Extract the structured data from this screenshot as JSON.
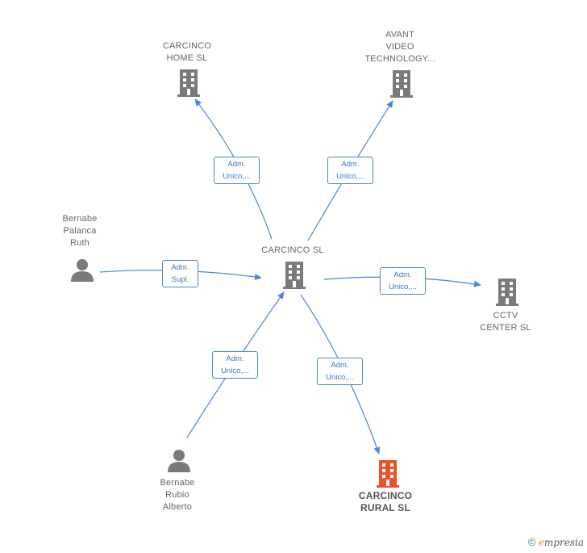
{
  "colors": {
    "edge": "#4a86d4",
    "company": "#7a7a7a",
    "person": "#7a7a7a",
    "highlight": "#e8542a"
  },
  "center": {
    "label": "CARCINCO SL"
  },
  "nodes": {
    "home": {
      "label": "CARCINCO\nHOME  SL",
      "type": "company"
    },
    "avant": {
      "label": "AVANT\nVIDEO\nTECHNOLOGY...",
      "type": "company"
    },
    "cctv": {
      "label": "CCTV\nCENTER SL",
      "type": "company"
    },
    "rural": {
      "label": "CARCINCO\nRURAL  SL",
      "type": "company"
    },
    "palanca": {
      "label": "Bernabe\nPalanca\nRuth",
      "type": "person"
    },
    "rubio": {
      "label": "Bernabe\nRubio\nAlberto",
      "type": "person"
    }
  },
  "relations": {
    "home": "Adm.\nUnico,...",
    "avant": "Adm.\nUnico,...",
    "cctv": "Adm.\nUnico,...",
    "rural": "Adm.\nUnico,...",
    "palanca": "Adm.\nSupl.",
    "rubio": "Adm.\nUnico,..."
  },
  "credit": {
    "symbol": "©",
    "brand_initial": "e",
    "brand_rest": "mpresia"
  }
}
